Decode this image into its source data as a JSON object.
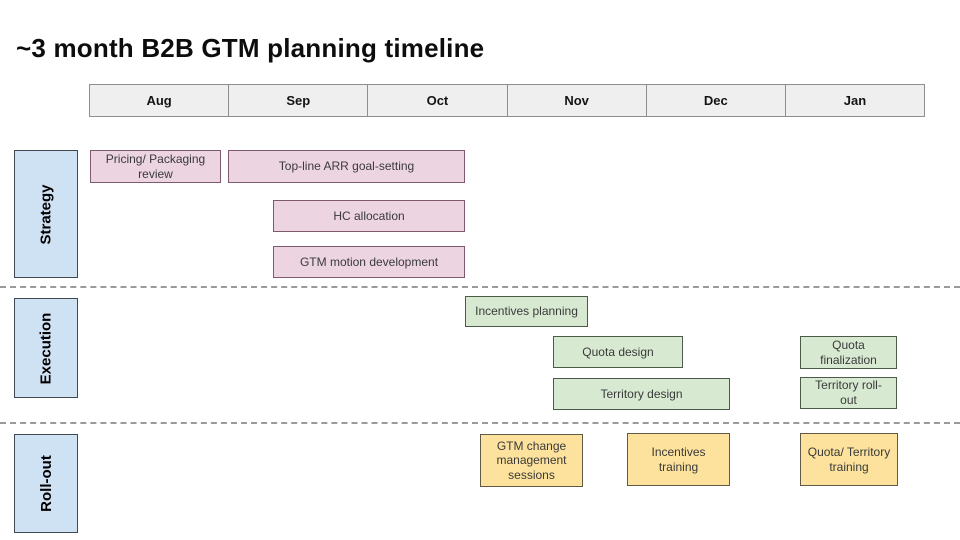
{
  "title": "~3 month B2B GTM planning timeline",
  "months": [
    "Aug",
    "Sep",
    "Oct",
    "Nov",
    "Dec",
    "Jan"
  ],
  "sections": [
    {
      "label": "Strategy",
      "fill": "#cfe2f3"
    },
    {
      "label": "Execution",
      "fill": "#cfe2f3"
    },
    {
      "label": "Roll-out",
      "fill": "#cfe2f3"
    }
  ],
  "tasks": [
    {
      "label": "Pricing/ Packaging review",
      "section": "Strategy",
      "months": [
        "Aug"
      ],
      "fill": "#ecd4e1"
    },
    {
      "label": "Top-line ARR goal-setting",
      "section": "Strategy",
      "months": [
        "Sep",
        "Oct"
      ],
      "fill": "#ecd4e1"
    },
    {
      "label": "HC allocation",
      "section": "Strategy",
      "months": [
        "Sep",
        "Oct"
      ],
      "fill": "#ecd4e1"
    },
    {
      "label": "GTM motion development",
      "section": "Strategy",
      "months": [
        "Sep",
        "Oct"
      ],
      "fill": "#ecd4e1"
    },
    {
      "label": "Incentives planning",
      "section": "Execution",
      "months": [
        "Oct",
        "Nov"
      ],
      "fill": "#d8e9d2"
    },
    {
      "label": "Quota design",
      "section": "Execution",
      "months": [
        "Nov",
        "Dec"
      ],
      "fill": "#d8e9d2"
    },
    {
      "label": "Territory design",
      "section": "Execution",
      "months": [
        "Nov",
        "Dec"
      ],
      "fill": "#d8e9d2"
    },
    {
      "label": "Quota finalization",
      "section": "Execution",
      "months": [
        "Jan"
      ],
      "fill": "#d8e9d2"
    },
    {
      "label": "Territory roll-out",
      "section": "Execution",
      "months": [
        "Jan"
      ],
      "fill": "#d8e9d2"
    },
    {
      "label": "GTM change management sessions",
      "section": "Roll-out",
      "months": [
        "Oct",
        "Nov"
      ],
      "fill": "#fce29c"
    },
    {
      "label": "Incentives training",
      "section": "Roll-out",
      "months": [
        "Dec"
      ],
      "fill": "#fce29c"
    },
    {
      "label": "Quota/ Territory training",
      "section": "Roll-out",
      "months": [
        "Jan"
      ],
      "fill": "#fce29c"
    }
  ],
  "colors": {
    "strategy_task_fill": "#ecd4e1",
    "execution_task_fill": "#d8e9d2",
    "rollout_task_fill": "#fce29c",
    "section_label_fill": "#cfe2f3",
    "month_header_fill": "#efefef"
  }
}
